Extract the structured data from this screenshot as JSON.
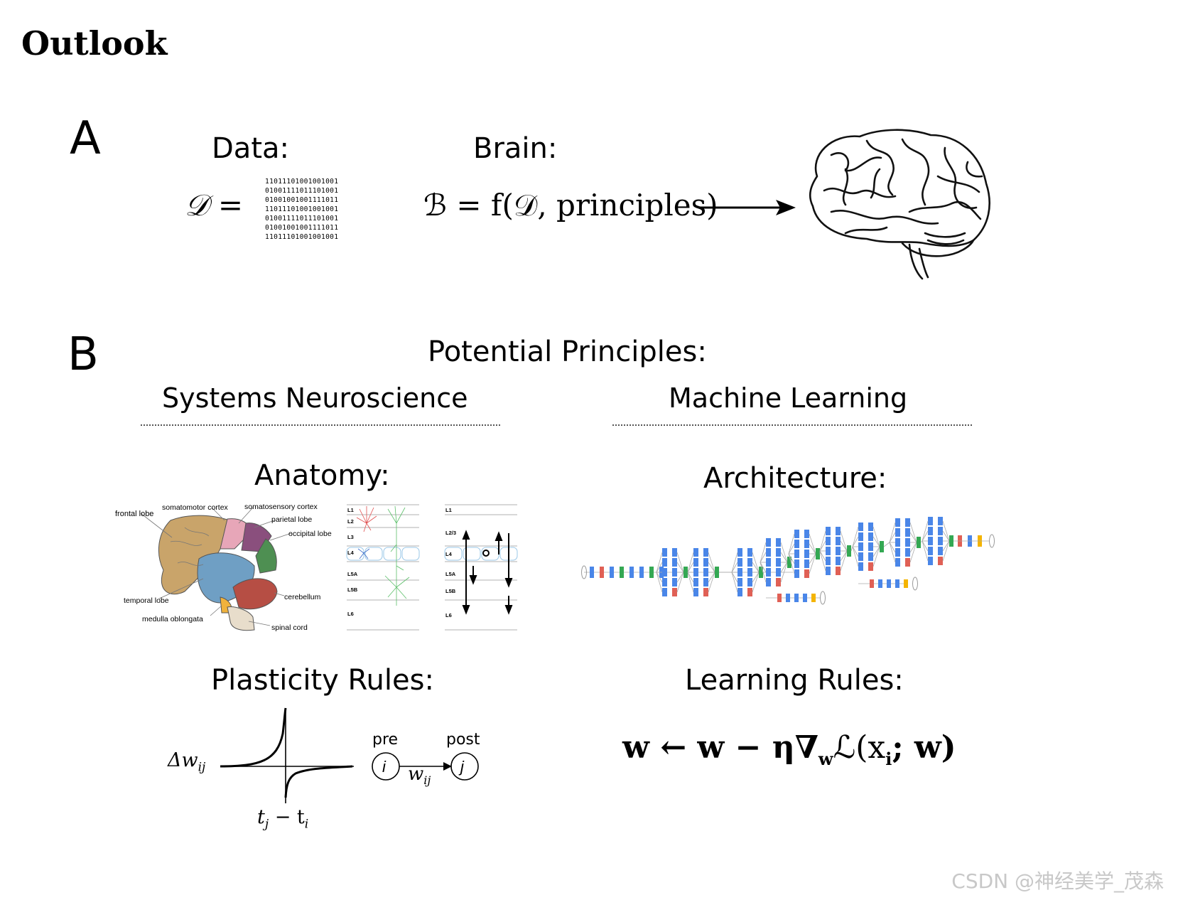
{
  "title": "Outlook",
  "panel_a": {
    "letter": "A",
    "data_label": "Data:",
    "brain_label": "Brain:",
    "data_symbol": "𝒟 =",
    "binary_rows": [
      "11011101001001001",
      "01001111011101001",
      "01001001001111011",
      "11011101001001001",
      "01001111011101001",
      "01001001001111011",
      "11011101001001001"
    ],
    "brain_formula": "ℬ = f(𝒟, principles)",
    "brain_icon": "brain-illustration"
  },
  "panel_b": {
    "letter": "B",
    "heading": "Potential Principles:",
    "left_column": "Systems Neuroscience",
    "right_column": "Machine Learning",
    "anatomy": {
      "label": "Anatomy:",
      "brain_labels": {
        "frontal": "frontal lobe",
        "somatomotor": "somatomotor cortex",
        "somatosensory": "somatosensory cortex",
        "parietal": "parietal lobe",
        "occipital": "occipital lobe",
        "temporal": "temporal lobe",
        "cerebellum": "cerebellum",
        "medulla": "medulla oblongata",
        "spinal": "spinal cord"
      },
      "layers_left": [
        "L1",
        "L2",
        "L3",
        "L4",
        "L5A",
        "L5B",
        "L6"
      ],
      "layers_right": [
        "L1",
        "L2/3",
        "L4",
        "L5A",
        "L5B",
        "L6"
      ]
    },
    "architecture": {
      "label": "Architecture:"
    },
    "plasticity": {
      "label": "Plasticity Rules:",
      "y_label": "Δw",
      "y_sub": "ij",
      "x_label": "t",
      "x_label_sub1": "j",
      "x_label_mid": " − t",
      "x_label_sub2": "i",
      "pre": "pre",
      "post": "post",
      "node_i": "i",
      "node_j": "j",
      "weight": "w",
      "weight_sub": "ij"
    },
    "learning": {
      "label": "Learning Rules:",
      "formula": "w ← w − η∇",
      "formula_sub": "w",
      "formula_tail": "ℒ(x",
      "formula_sub2": "i",
      "formula_end": "; w)"
    }
  },
  "watermark": "CSDN @神经美学_茂森",
  "colors": {
    "blue": "#4a86e8",
    "red": "#e06055",
    "green": "#34a853",
    "yellow": "#f4b400",
    "dotline": "#555555"
  }
}
